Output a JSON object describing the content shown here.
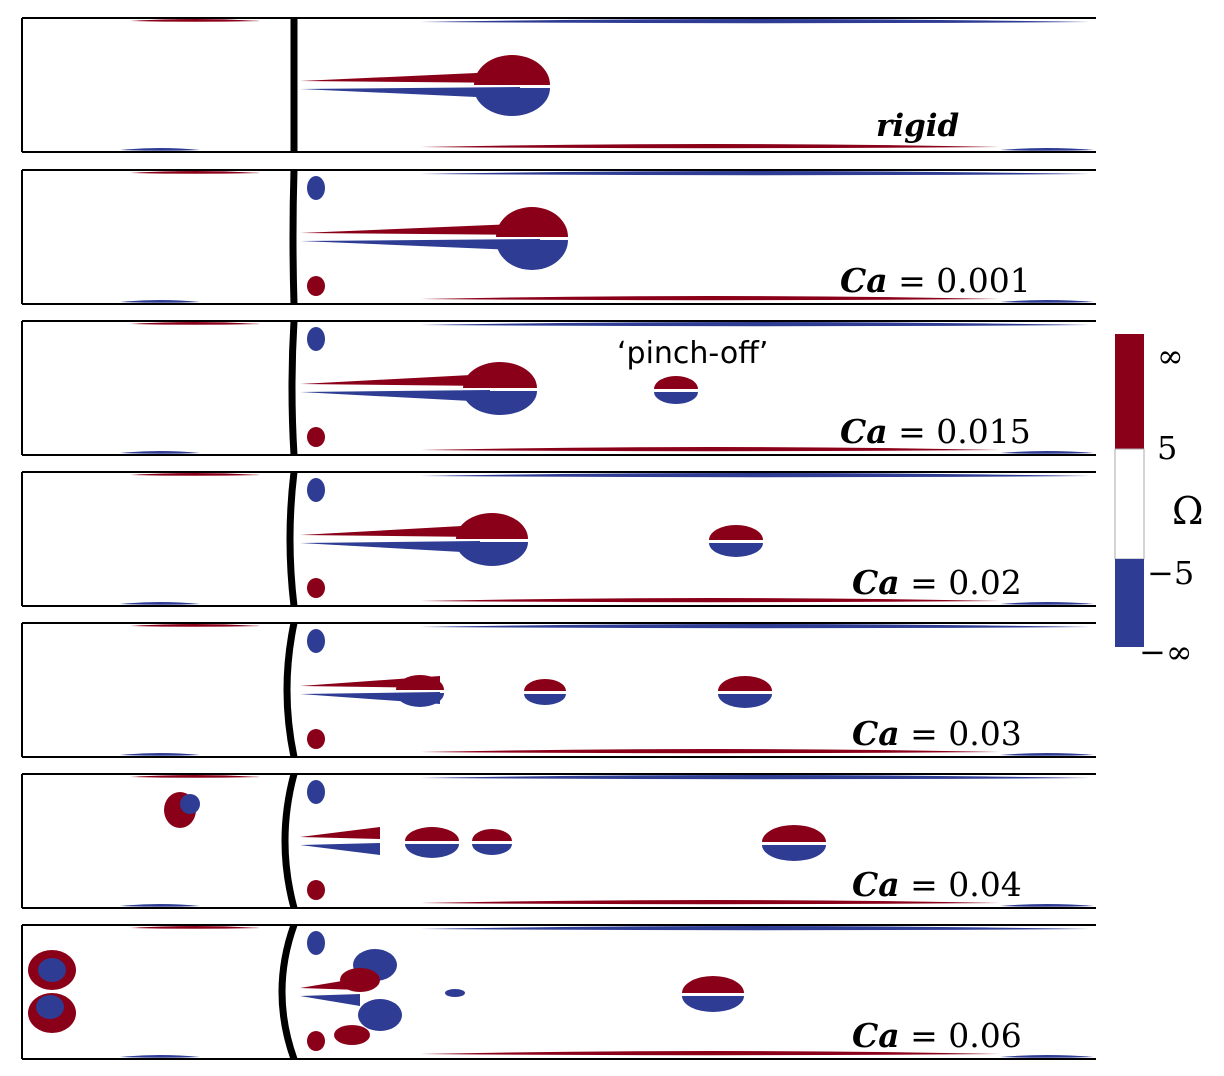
{
  "figure": {
    "panels": [
      {
        "label": "rigid"
      },
      {
        "label_var": "Ca",
        "label_eq": "= 0.001"
      },
      {
        "label_var": "Ca",
        "label_eq": "= 0.015",
        "annotation": "‘pinch-off’"
      },
      {
        "label_var": "Ca",
        "label_eq": "= 0.02"
      },
      {
        "label_var": "Ca",
        "label_eq": "= 0.03"
      },
      {
        "label_var": "Ca",
        "label_eq": "= 0.04"
      },
      {
        "label_var": "Ca",
        "label_eq": "= 0.06"
      }
    ],
    "colorbar": {
      "title": "Ω",
      "ticks": [
        "∞",
        "5",
        "−5",
        "−∞"
      ],
      "colors": {
        "positive": "#8b0019",
        "negative": "#2e3c94",
        "neutral": "#ffffff"
      }
    }
  }
}
